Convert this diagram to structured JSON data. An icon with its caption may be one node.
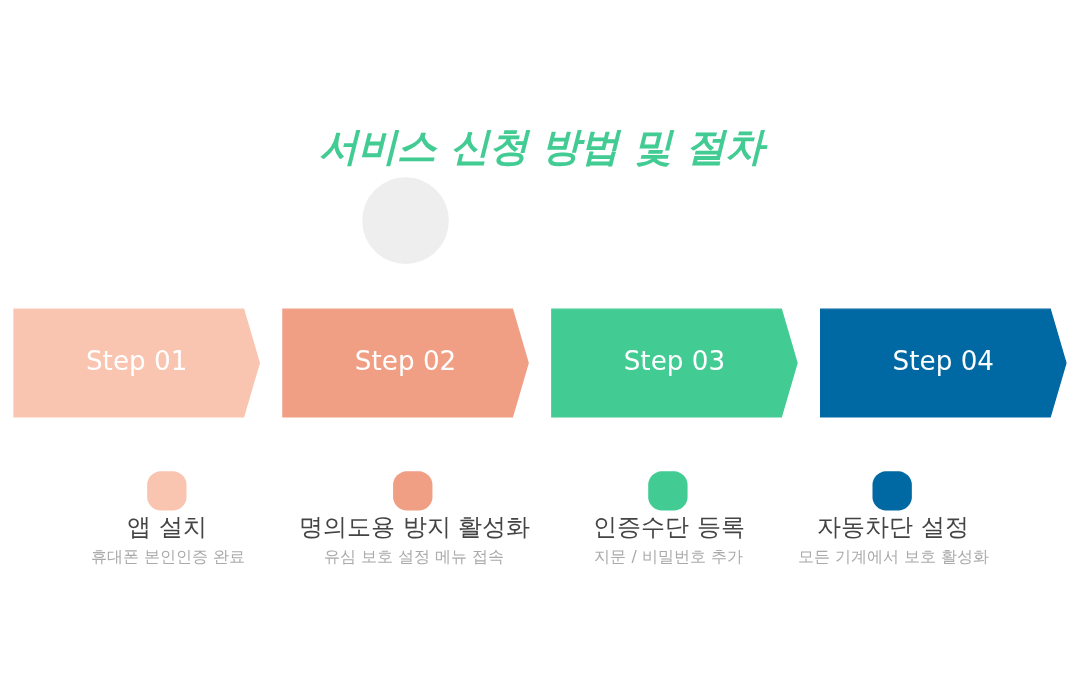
{
  "diagram": {
    "title": "서비스 신청 방법 및 절차",
    "nodes": [
      {
        "text": [],
        "shape": "circle"
      },
      {
        "text": [
          "Step 01"
        ]
      },
      {
        "text": [
          "Step 02"
        ]
      },
      {
        "text": [
          "Step 03"
        ]
      },
      {
        "text": [
          "Step 04"
        ]
      },
      {
        "text": [
          "앱 설치",
          "휴대폰 본인인증 완료"
        ]
      },
      {
        "text": [
          "명의도용 방지 활성화",
          "유심 보호 설정 메뉴 접속"
        ]
      },
      {
        "text": [
          "인증수단 등록",
          "지문 / 비밀번호 추가"
        ]
      },
      {
        "text": [
          "자동차단 설정",
          "모든 기계에서 보호 활성화"
        ]
      }
    ],
    "edges": []
  }
}
